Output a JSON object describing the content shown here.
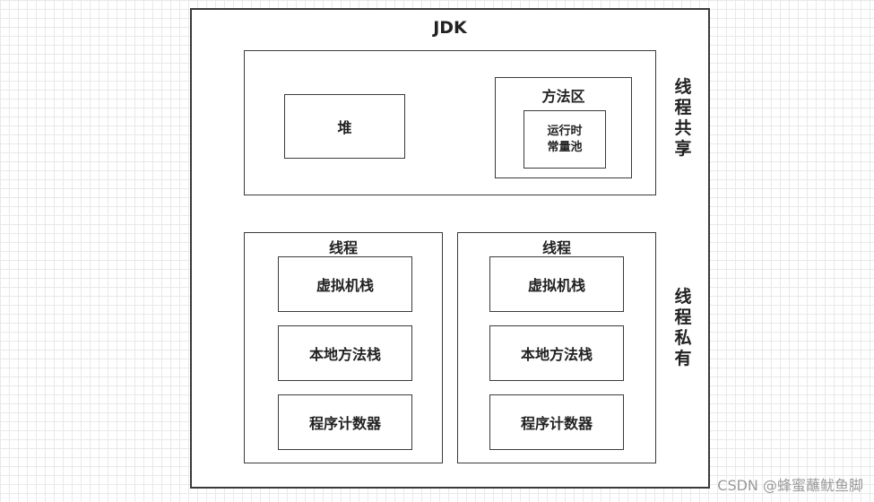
{
  "jdk": {
    "title": "JDK"
  },
  "shared_area": {
    "side_label": "线\n程\n共\n享",
    "heap_label": "堆",
    "method_area": {
      "title": "方法区",
      "constant_pool_label": "运行时\n常量池"
    }
  },
  "private_area": {
    "side_label": "线\n程\n私\n有",
    "threads": [
      {
        "title": "线程",
        "stacks": [
          "虚拟机栈",
          "本地方法栈",
          "程序计数器"
        ]
      },
      {
        "title": "线程",
        "stacks": [
          "虚拟机栈",
          "本地方法栈",
          "程序计数器"
        ]
      }
    ]
  },
  "watermark": "CSDN @蜂蜜蘸鱿鱼脚"
}
